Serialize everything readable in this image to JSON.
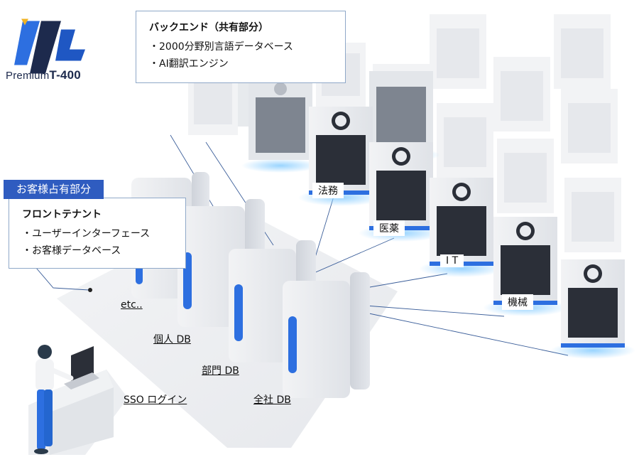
{
  "logo": {
    "brand": "Premium",
    "model": "T-400"
  },
  "backend_callout": {
    "title": "バックエンド（共有部分）",
    "items": [
      "・2000分野別言語データベース",
      "・AI翻訳エンジン"
    ]
  },
  "tenant_tag": "お客様占有部分",
  "tenant_callout": {
    "title": "フロントテナント",
    "items": [
      "・ユーザーインターフェース",
      "・お客様データベース"
    ]
  },
  "db_labels": [
    "etc..",
    "個人 DB",
    "部門 DB",
    "全社 DB"
  ],
  "sso_label": "SSO ログイン",
  "domain_labels": [
    "法務",
    "医薬",
    "I T",
    "機械"
  ],
  "colors": {
    "accent": "#2f5cc0",
    "blue_glow": "#2d6fe0",
    "server_dark": "#2b2f38",
    "floor": "#eef0f3"
  }
}
